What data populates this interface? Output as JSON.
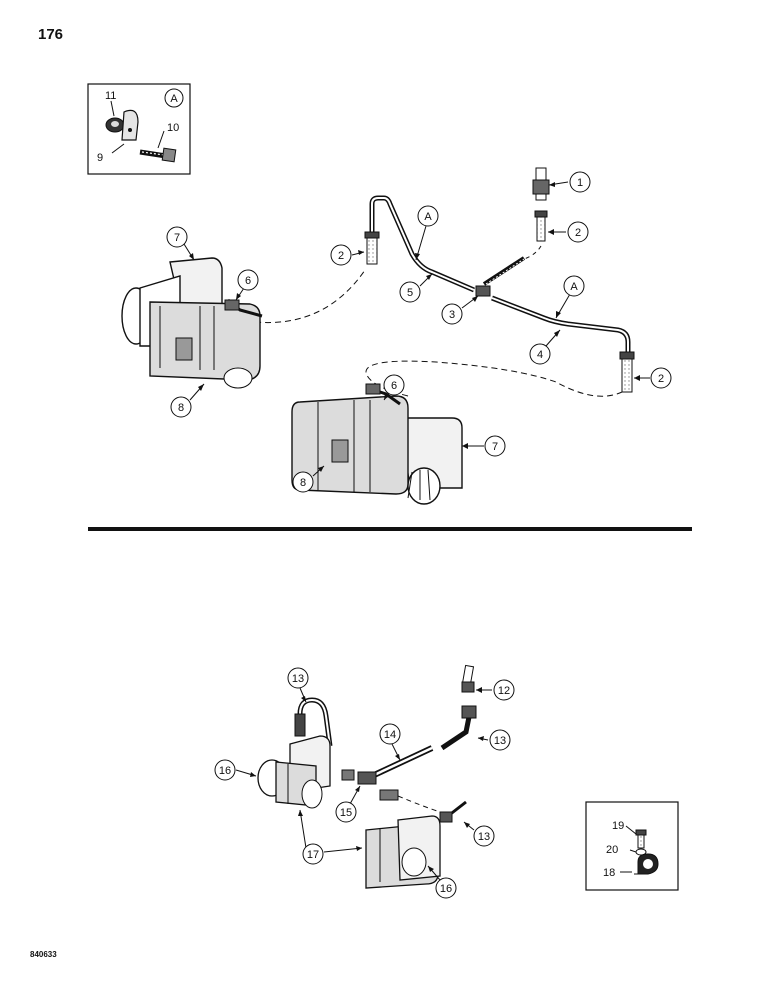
{
  "page": {
    "number": "176",
    "figure_code": "840633"
  },
  "upper": {
    "inset": {
      "callout": "A",
      "labels": [
        "11",
        "10",
        "9"
      ]
    },
    "callouts": [
      "1",
      "2",
      "2",
      "A",
      "5",
      "3",
      "A",
      "4",
      "2",
      "7",
      "6",
      "8",
      "6",
      "7",
      "8"
    ]
  },
  "lower": {
    "inset": {
      "labels": [
        "19",
        "20",
        "18"
      ]
    },
    "callouts": [
      "13",
      "12",
      "14",
      "13",
      "16",
      "15",
      "13",
      "17",
      "16"
    ]
  },
  "colors": {
    "ink": "#111111",
    "paper": "#ffffff",
    "shade": "#9a9a9a"
  }
}
